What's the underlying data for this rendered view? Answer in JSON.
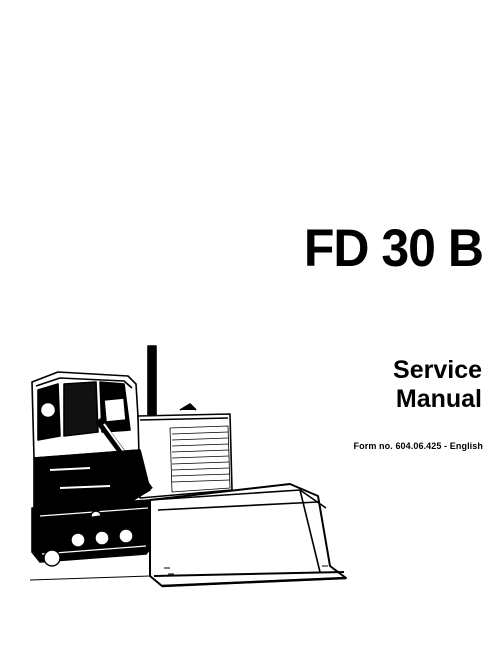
{
  "cover": {
    "model": "FD 30 B",
    "doc_type_line1": "Service",
    "doc_type_line2": "Manual",
    "form_line": "Form no. 604.06.425 - English"
  },
  "illustration": {
    "icon": "crawler-dozer-illustration"
  }
}
